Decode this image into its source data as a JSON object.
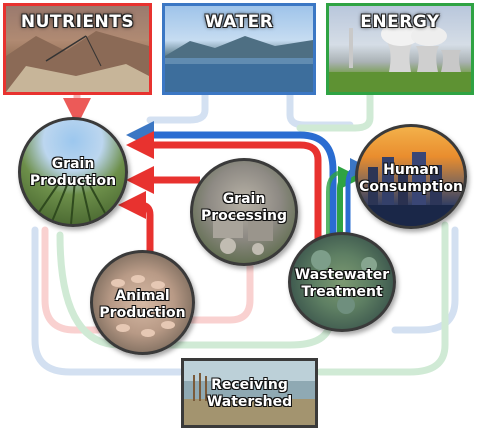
{
  "resources": {
    "nutrients": {
      "label": "NUTRIENTS",
      "color": "#e8322f"
    },
    "water": {
      "label": "WATER",
      "color": "#3b77c4"
    },
    "energy": {
      "label": "ENERGY",
      "color": "#2fa343"
    }
  },
  "nodes": {
    "grain_production": "Grain\nProduction",
    "grain_processing": "Grain\nProcessing",
    "human_consumption": "Human\nConsumption",
    "animal_production": "Animal\nProduction",
    "wastewater_treatment": "Wastewater\nTreatment",
    "receiving_watershed": "Receiving\nWatershed"
  },
  "icons": {
    "nutrients": "mining-landscape-photo",
    "water": "lake-mountains-photo",
    "energy": "power-plant-cooling-towers-photo",
    "grain_production": "crop-field-photo",
    "grain_processing": "processing-plant-aerial-photo",
    "human_consumption": "city-skyline-photo",
    "animal_production": "livestock-pigs-photo",
    "wastewater_treatment": "treatment-plant-aerial-photo",
    "receiving_watershed": "shoreline-photo"
  }
}
